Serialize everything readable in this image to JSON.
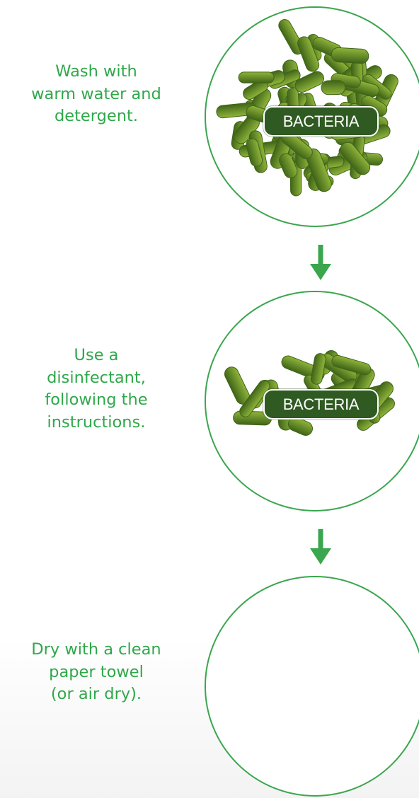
{
  "steps": [
    {
      "instruction": "Wash with\nwarm water and\ndetergent.",
      "badge": "BACTERIA",
      "bacteria_amount": "many"
    },
    {
      "instruction": "Use a\ndisinfectant,\nfollowing the\ninstructions.",
      "badge": "BACTERIA",
      "bacteria_amount": "few"
    },
    {
      "instruction": "Dry with a clean\npaper towel\n(or air dry).",
      "bacteria_amount": "none"
    }
  ],
  "colors": {
    "text_green": "#2fa84a",
    "circle_green": "#3aa64e",
    "arrow_green": "#3aa64e",
    "badge_fill": "#2f5a22",
    "bacteria_light": "#8fb43a",
    "bacteria_dark": "#3f6418"
  },
  "icons": {
    "arrow": "arrow-down-icon",
    "bacteria": "bacteria-cluster-icon"
  }
}
